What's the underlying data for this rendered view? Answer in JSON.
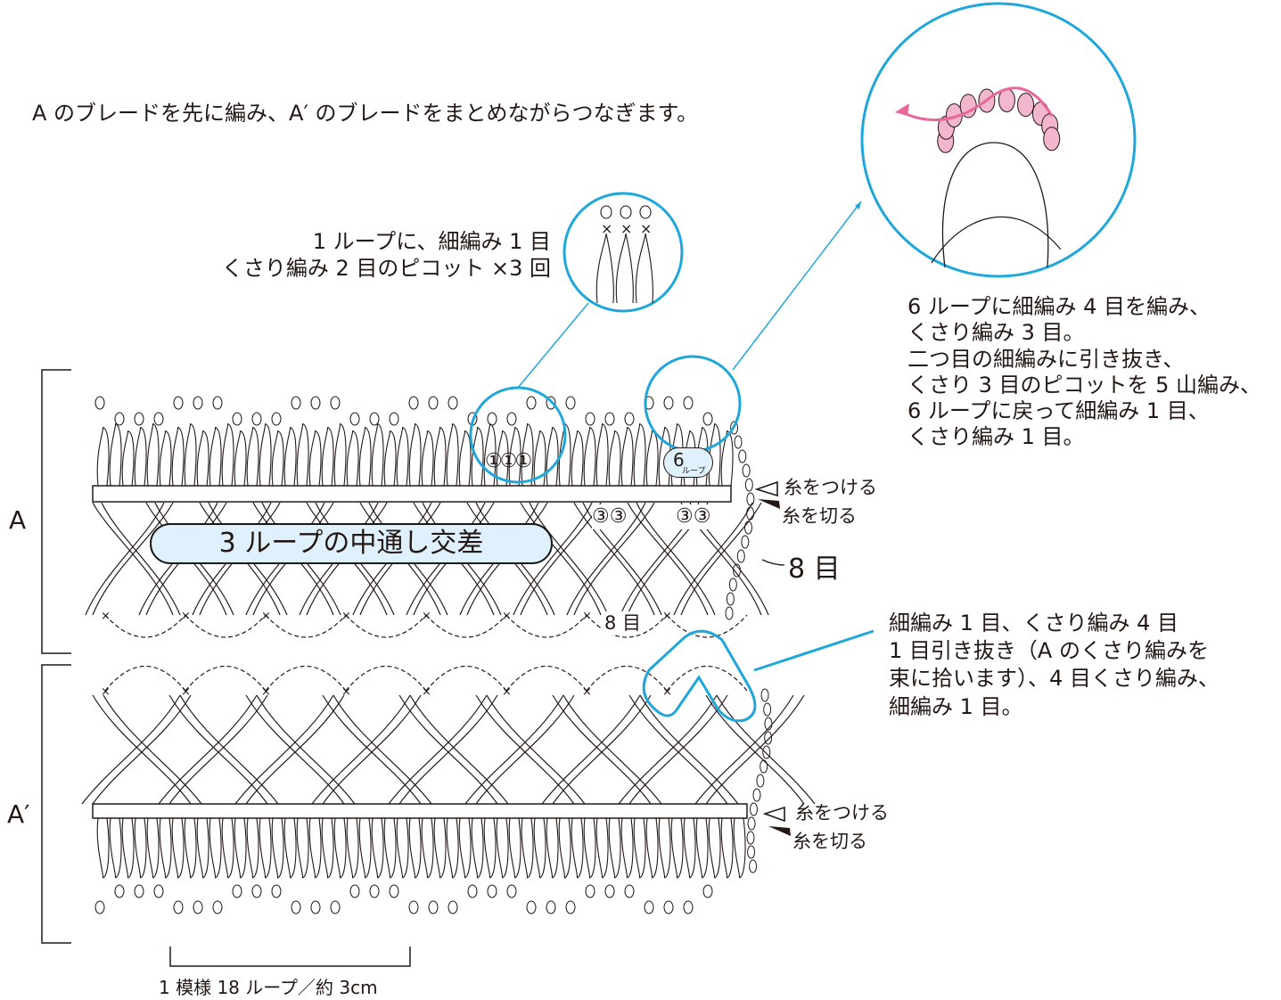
{
  "intro": "A のブレードを先に編み、A′ のブレードをまとめながらつなぎます。",
  "note_picot": [
    "1 ループに、細編み 1 目",
    "くさり編み 2 目のピコット ×3 回"
  ],
  "note_top": [
    "6 ループに細編み 4 目を編み、",
    "くさり編み 3 目。",
    "二つ目の細編みに引き抜き、",
    "くさり 3 目のピコットを 5 山編み、",
    "6 ループに戻って細編み 1 目、",
    "くさり編み 1 目。"
  ],
  "note_join": [
    "細編み 1 目、くさり編み 4 目",
    "1 目引き抜き（A のくさり編みを",
    "束に拾います）、4 目くさり編み、",
    "細編み 1 目。"
  ],
  "braid_a_label": "A",
  "braid_a2_label": "A′",
  "cross_label": "3 ループの中通し交差",
  "eight_stitches_big": "8 目",
  "eight_stitches_small": "8 目",
  "attach_yarn": "糸をつける",
  "cut_yarn": "糸を切る",
  "loop_count_one": "①",
  "loop_count_three": "③",
  "six_loop_number": "6",
  "six_loop_unit": "ループ",
  "pattern_repeat": "1 模様 18 ループ／約 3cm",
  "colors": {
    "highlight": "#1fa7db",
    "accent_pink": "#e8669a",
    "line": "#231815",
    "pill_fill": "#dff1fc"
  }
}
